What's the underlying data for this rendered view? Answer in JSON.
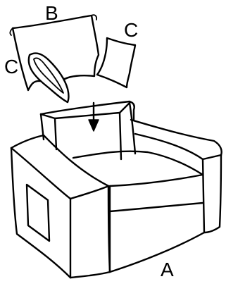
{
  "labels": {
    "back_cushion": "B",
    "side_cushion_right": "C",
    "side_cushion_left": "C",
    "armchair": "A"
  },
  "colors": {
    "ink": "#000000",
    "background": "#ffffff"
  }
}
